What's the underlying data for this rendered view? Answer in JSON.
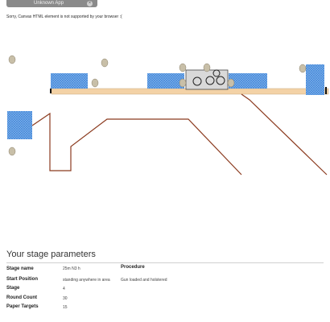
{
  "topbar": {
    "label": "Unknown App"
  },
  "notice": "Sorry, Canvas HTML element is not supported by your browser :(",
  "stage_map": {
    "objects": [
      "paper-target",
      "steel-target",
      "no-shoot-panel",
      "table",
      "gun-box",
      "wall"
    ]
  },
  "params": {
    "title": "Your stage parameters",
    "rows": [
      {
        "label": "Stage name",
        "value": "25m N3 h"
      },
      {
        "label": "Start Position",
        "value": "standing anywhere in area"
      },
      {
        "label": "Stage",
        "value": "4"
      },
      {
        "label": "Round Count",
        "value": "30"
      },
      {
        "label": "Paper Targets",
        "value": "15"
      }
    ],
    "procedure": {
      "label": "Procedure",
      "value": "Gun loaded and holstered"
    }
  },
  "colors": {
    "wall": "#8b3a1e",
    "table": "#f3d2a6",
    "no_shoot": "#4a90e2",
    "steel": "#c8bfa8"
  }
}
